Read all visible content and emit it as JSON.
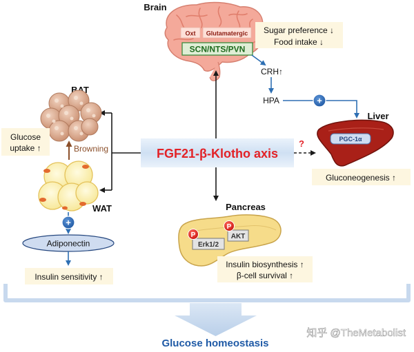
{
  "center": {
    "title": "FGF21-β-Klotho axis"
  },
  "brain": {
    "label": "Brain",
    "tag_oxt": "Oxt",
    "tag_glut": "Glutamatergic",
    "nuclei": "SCN/NTS/PVN",
    "effect_1": "Sugar preference ↓",
    "effect_2": "Food intake ↓"
  },
  "axis": {
    "crh": "CRH↑",
    "hpa": "HPA"
  },
  "liver": {
    "label": "Liver",
    "gene": "PGC-1α",
    "unknown_mark": "?",
    "effect": "Gluconeogenesis ↑"
  },
  "bat": {
    "label": "BAT"
  },
  "wat": {
    "label": "WAT",
    "browning": "Browning"
  },
  "adipose_effects": {
    "glucose_1": "Glucose",
    "glucose_2": "uptake ↑",
    "adiponectin": "Adiponectin",
    "insulin_sensitivity": "Insulin sensitivity ↑"
  },
  "pancreas": {
    "label": "Pancreas",
    "erk": "Erk1/2",
    "akt": "AKT",
    "phospho": "P",
    "effect_1": "Insulin biosynthesis ↑",
    "effect_2": "β-cell survival ↑"
  },
  "signs": {
    "plus": "+"
  },
  "footer": {
    "outcome": "Glucose homeostasis",
    "watermark": "知乎 @TheMetabolist"
  },
  "colors": {
    "title_red": "#e32227",
    "brain_pink": "#f4a99a",
    "liver_red": "#a92018",
    "bat_tan": "#d9a68a",
    "wat_yellow": "#fdf2b4",
    "pancreas_yellow": "#f6dc8a",
    "effect_box": "#fdf6e0",
    "blue_arrow": "#2e6fb3",
    "bracket_blue": "#c8d9ee",
    "outcome_blue": "#1f5aa6",
    "green_box": "#dfeed5",
    "green_border": "#3c8a3c"
  }
}
